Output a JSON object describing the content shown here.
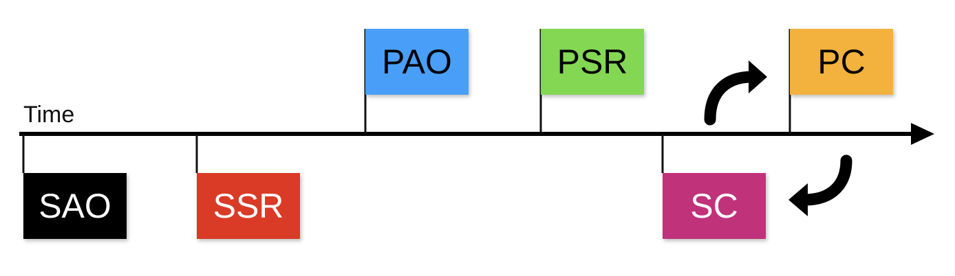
{
  "timeline": {
    "axis_label": "Time",
    "colors": {
      "axis": "#000000",
      "connector": "#111111",
      "curved_arrow": "#000000"
    }
  },
  "events": {
    "sao": {
      "label": "SAO",
      "color": "#000000",
      "text_color": "#ffffff",
      "side": "below"
    },
    "ssr": {
      "label": "SSR",
      "color": "#d93a26",
      "text_color": "#ffffff",
      "side": "below"
    },
    "pao": {
      "label": "PAO",
      "color": "#4a9ff8",
      "text_color": "#000000",
      "side": "above"
    },
    "psr": {
      "label": "PSR",
      "color": "#84d752",
      "text_color": "#000000",
      "side": "above"
    },
    "sc": {
      "label": "SC",
      "color": "#c0307a",
      "text_color": "#ffffff",
      "side": "below"
    },
    "pc": {
      "label": "PC",
      "color": "#f2b23c",
      "text_color": "#000000",
      "side": "above"
    }
  },
  "cycle_arrows": [
    {
      "name": "curved-arrow-up-icon",
      "meaning": "SC to PC"
    },
    {
      "name": "curved-arrow-down-icon",
      "meaning": "PC to SC"
    }
  ]
}
